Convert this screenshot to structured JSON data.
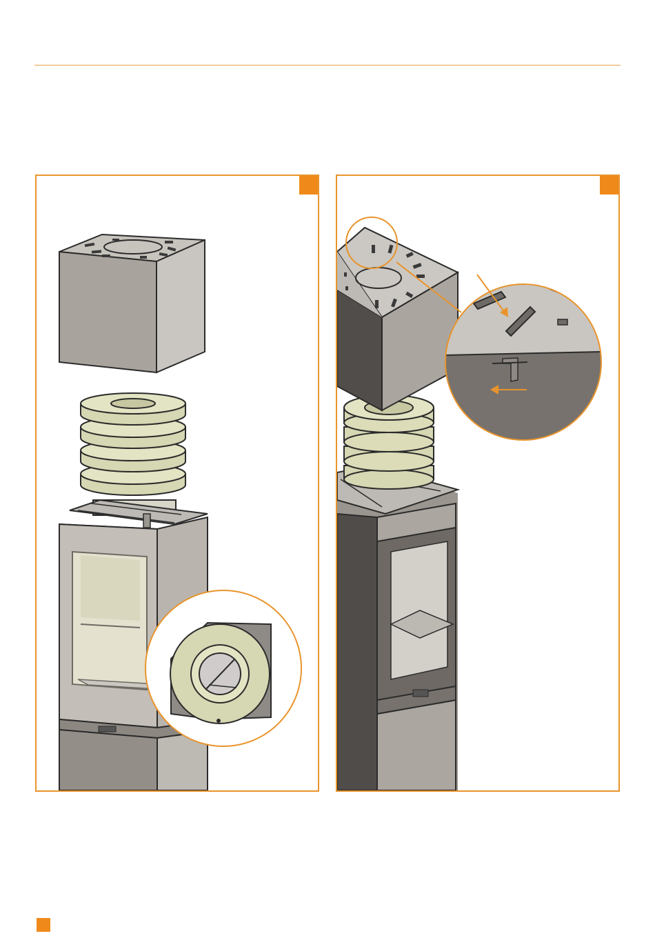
{
  "accent_color": "#ef8a1a",
  "border_color": "#e8942c",
  "panels": [
    {
      "id": "step-left",
      "badge": ""
    },
    {
      "id": "step-right",
      "badge": ""
    }
  ],
  "illustrations": {
    "left": "stove-assembly-heat-storage-rings",
    "right": "stove-assembly-top-cover-lock"
  }
}
